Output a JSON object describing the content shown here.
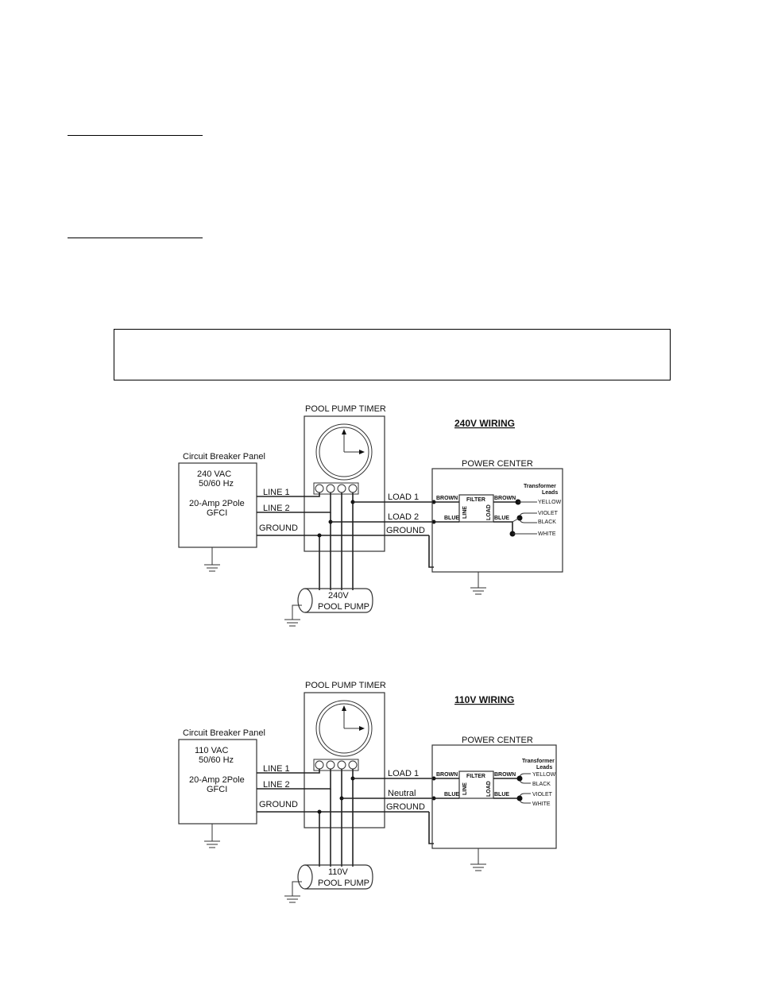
{
  "diagrams": [
    {
      "title": "240V WIRING",
      "timer_label": "POOL PUMP TIMER",
      "panel": {
        "label": "Circuit Breaker Panel",
        "voltage": "240 VAC",
        "frequency": "50/60 Hz",
        "breaker": "20-Amp 2Pole",
        "gfci": "GFCI"
      },
      "wires": {
        "line1": "LINE 1",
        "line2": "LINE 2",
        "ground": "GROUND",
        "load1": "LOAD 1",
        "load2": "LOAD 2",
        "ground_out": "GROUND"
      },
      "power_center": {
        "label": "POWER CENTER",
        "transformer": "Transformer",
        "leads": "Leads",
        "filter": "FILTER",
        "line": "LINE",
        "load": "LOAD",
        "brown_in": "BROWN",
        "brown_out": "BROWN",
        "blue_in": "BLUE",
        "blue_out": "BLUE",
        "lead_top": "YELLOW",
        "lead_mid1": "VIOLET",
        "lead_mid2": "BLACK",
        "lead_bottom": "WHITE"
      },
      "pump": {
        "voltage": "240V",
        "label": "POOL PUMP"
      }
    },
    {
      "title": "110V WIRING",
      "timer_label": "POOL PUMP TIMER",
      "panel": {
        "label": "Circuit Breaker Panel",
        "voltage": "110 VAC",
        "frequency": "50/60 Hz",
        "breaker": "20-Amp 2Pole",
        "gfci": "GFCI"
      },
      "wires": {
        "line1": "LINE 1",
        "line2": "LINE 2",
        "ground": "GROUND",
        "load1": "LOAD 1",
        "load2": "Neutral",
        "ground_out": "GROUND"
      },
      "power_center": {
        "label": "POWER CENTER",
        "transformer": "Transformer",
        "leads": "Leads",
        "filter": "FILTER",
        "line": "LINE",
        "load": "LOAD",
        "brown_in": "BROWN",
        "brown_out": "BROWN",
        "blue_in": "BLUE",
        "blue_out": "BLUE",
        "lead_top": "YELLOW",
        "lead_mid1": "BLACK",
        "lead_mid2": "VIOLET",
        "lead_bottom": "WHITE"
      },
      "pump": {
        "voltage": "110V",
        "label": "POOL PUMP"
      }
    }
  ]
}
